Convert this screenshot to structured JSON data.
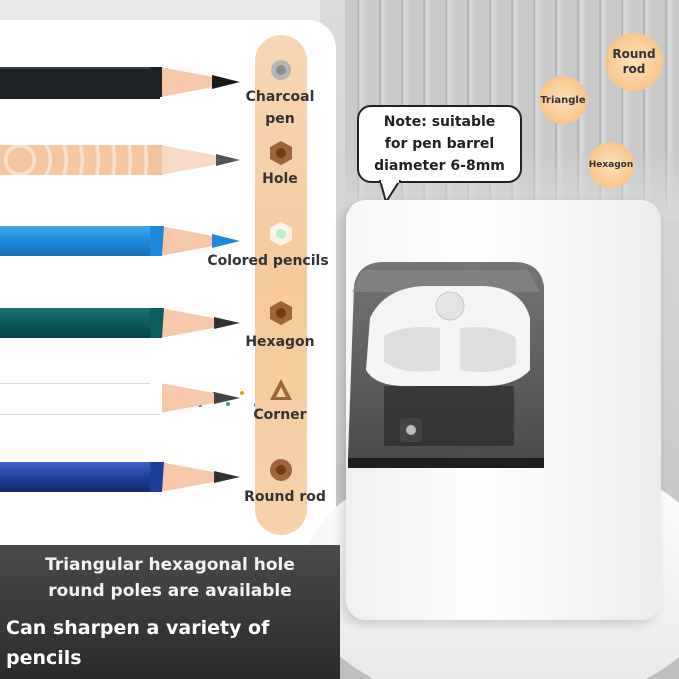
{
  "shapes": [
    {
      "label": "Charcoal pen",
      "lines": [
        "Charcoal",
        "pen"
      ],
      "icon": "circle-hole-icon"
    },
    {
      "label": "Hole",
      "lines": [
        "Hole"
      ],
      "icon": "hexagon-hole-icon"
    },
    {
      "label": "Colored pencils",
      "lines": [
        "Colored pencils"
      ],
      "icon": "glowing-hexagon-icon"
    },
    {
      "label": "Hexagon",
      "lines": [
        "Hexagon"
      ],
      "icon": "hexagon-hole-icon"
    },
    {
      "label": "Corner",
      "lines": [
        "Corner"
      ],
      "icon": "triangle-hole-icon"
    },
    {
      "label": "Round rod",
      "lines": [
        "Round rod"
      ],
      "icon": "circle-hole-icon"
    }
  ],
  "pencils": [
    {
      "name": "charcoal-pencil",
      "color": "#1f2326"
    },
    {
      "name": "wavy-peach-pencil",
      "color": "#f2c29d"
    },
    {
      "name": "blue-colored-pencil",
      "color": "#1e88d8"
    },
    {
      "name": "teal-hexagon-pencil",
      "color": "#0f5a5c"
    },
    {
      "name": "polka-dot-triangle-pencil",
      "color": "#ffffff"
    },
    {
      "name": "navy-round-pencil",
      "color": "#1d3f9a"
    }
  ],
  "note": {
    "lines": [
      "Note: suitable",
      "for pen barrel",
      "diameter 6-8mm"
    ]
  },
  "circle_labels": {
    "round_rod": [
      "Round",
      "rod"
    ],
    "triangle": "Triangle",
    "hexagon": "Hexagon"
  },
  "footer": {
    "sub_lines": [
      "Triangular hexagonal hole",
      "round poles are available"
    ],
    "main_lines": [
      "Can sharpen a variety of",
      "pencils"
    ]
  },
  "colors": {
    "strip": "#f6c99a",
    "wood": "#f6c7a8",
    "footer_bg": "#333333"
  }
}
